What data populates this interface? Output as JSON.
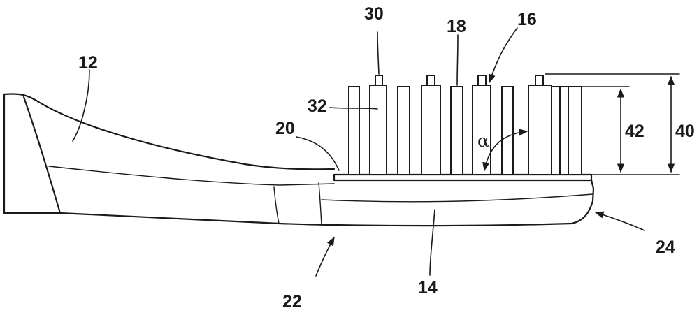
{
  "labels": {
    "handle": "12",
    "head": "14",
    "tuft_cap": "16",
    "tuft": "18",
    "base_plate": "20",
    "neck": "22",
    "head_tip": "24",
    "cap": "30",
    "bristle": "32",
    "total_height": "40",
    "tuft_height": "42",
    "angle": "α"
  }
}
